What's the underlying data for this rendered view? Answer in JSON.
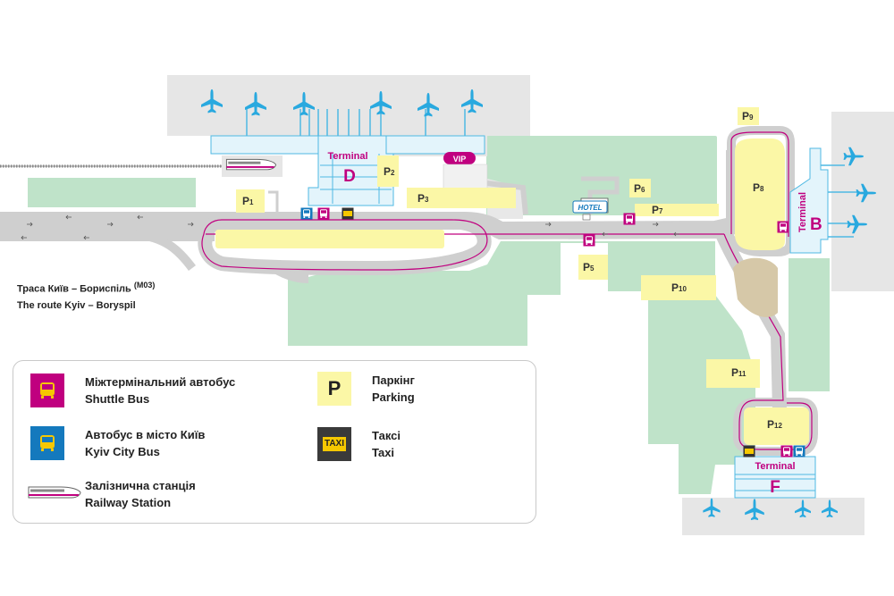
{
  "route": {
    "line1": "Траса Київ – Бориспіль",
    "line1_sup": "(М03)",
    "line2": "The route Kyiv – Boryspil"
  },
  "terminals": {
    "D": {
      "word": "Terminal",
      "letter": "D"
    },
    "B": {
      "word": "Terminal",
      "letter": "B"
    },
    "F": {
      "word": "Terminal",
      "letter": "F"
    }
  },
  "vip_label": "VIP",
  "hotel_label": "HOTEL",
  "parking": [
    {
      "id": "p1",
      "prefix": "P",
      "num": "1"
    },
    {
      "id": "p2",
      "prefix": "P",
      "num": "2"
    },
    {
      "id": "p3",
      "prefix": "P",
      "num": "3"
    },
    {
      "id": "p5",
      "prefix": "P",
      "num": "5"
    },
    {
      "id": "p6",
      "prefix": "P",
      "num": "6"
    },
    {
      "id": "p7",
      "prefix": "P",
      "num": "7"
    },
    {
      "id": "p8",
      "prefix": "P",
      "num": "8"
    },
    {
      "id": "p9",
      "prefix": "P",
      "num": "9"
    },
    {
      "id": "p10",
      "prefix": "P",
      "num": "10"
    },
    {
      "id": "p11",
      "prefix": "P",
      "num": "11"
    },
    {
      "id": "p12",
      "prefix": "P",
      "num": "12"
    }
  ],
  "legend": {
    "shuttle": {
      "line1": "Міжтермінальний автобус",
      "line2": "Shuttle Bus"
    },
    "city_bus": {
      "line1": "Автобус в місто Київ",
      "line2": "Kyiv City Bus"
    },
    "railway": {
      "line1": "Залізнична станція",
      "line2": "Railway  Station"
    },
    "parking": {
      "symbol": "P",
      "line1": "Паркінг",
      "line2": "Parking"
    },
    "taxi": {
      "symbol": "TAXI",
      "line1": "Таксі",
      "line2": "Taxi"
    }
  },
  "colors": {
    "magenta": "#c0007f",
    "apron": "#e6e6e6",
    "grass": "#bfe3c9",
    "parking": "#fbf7a6",
    "terminal": "#e3f4fb",
    "terminal_edge": "#4fb9e3",
    "plane": "#29a9df",
    "city_bus": "#1479bd",
    "taxi": "#f6c800"
  }
}
